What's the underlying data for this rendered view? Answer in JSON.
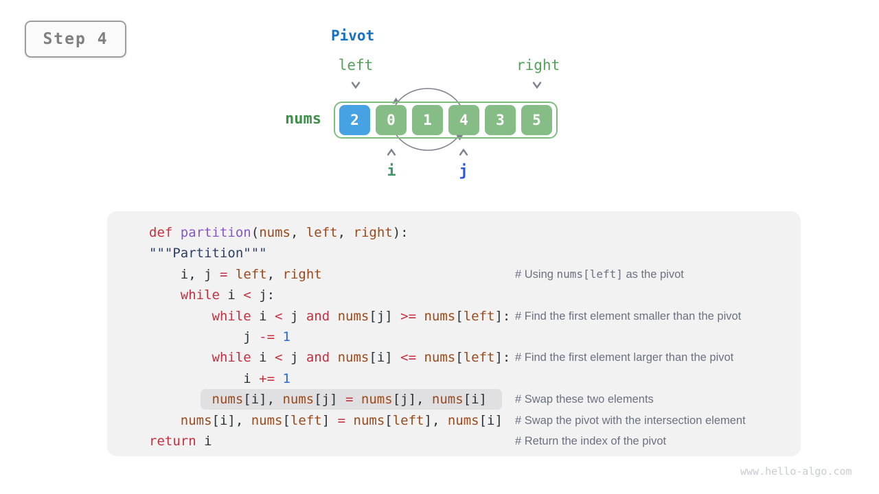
{
  "page": {
    "watermark": "www.hello-algo.com"
  },
  "step_badge": {
    "label": "Step 4"
  },
  "diagram": {
    "pivot_label": "Pivot",
    "left_label": "left",
    "right_label": "right",
    "nums_label": "nums",
    "i_label": "i",
    "j_label": "j",
    "array_values": [
      "2",
      "0",
      "1",
      "4",
      "3",
      "5"
    ],
    "pivot_index": 0
  },
  "colors": {
    "pivot_label": "#1771c2",
    "green_label": "#55a05a",
    "nums_label": "#3e9049",
    "i_label": "#3d9a68",
    "j_label": "#2e59d9",
    "arrow": "#7b828e",
    "cell_blue": "#47a2e4",
    "cell_green": "#86bd86",
    "array_border": "#7fbd7f",
    "code_bg": "#f2f2f3",
    "highlight_bg": "#e0e0e3",
    "badge_border": "#9e9e9e",
    "badge_text": "#7f7f7f",
    "watermark": "#c8ccd3",
    "kw": "#c5303f",
    "fn": "#8757c2",
    "var": "#9c4a1b",
    "op": "#c5303f",
    "num": "#2566d8",
    "str": "#2b3f63",
    "plain": "#2b3138",
    "comment": "#6a7280"
  },
  "code": {
    "lines": [
      {
        "indent": 0,
        "highlight": false,
        "comment": null,
        "tokens": [
          [
            "kw",
            "def"
          ],
          [
            "plain",
            " "
          ],
          [
            "fn",
            "partition"
          ],
          [
            "plain",
            "("
          ],
          [
            "var",
            "nums"
          ],
          [
            "plain",
            ", "
          ],
          [
            "var",
            "left"
          ],
          [
            "plain",
            ", "
          ],
          [
            "var",
            "right"
          ],
          [
            "plain",
            "):"
          ]
        ]
      },
      {
        "indent": 0,
        "highlight": false,
        "comment": null,
        "tokens": [
          [
            "str",
            "\"\"\"Partition\"\"\""
          ]
        ]
      },
      {
        "indent": 4,
        "highlight": false,
        "comment": [
          {
            "t": "# Using "
          },
          {
            "t": "nums[left]",
            "mono": true
          },
          {
            "t": " as the pivot"
          }
        ],
        "tokens": [
          [
            "plain",
            "i, j "
          ],
          [
            "op",
            "="
          ],
          [
            "plain",
            " "
          ],
          [
            "var",
            "left"
          ],
          [
            "plain",
            ", "
          ],
          [
            "var",
            "right"
          ]
        ]
      },
      {
        "indent": 4,
        "highlight": false,
        "comment": null,
        "tokens": [
          [
            "kw",
            "while"
          ],
          [
            "plain",
            " i "
          ],
          [
            "op",
            "<"
          ],
          [
            "plain",
            " j:"
          ]
        ]
      },
      {
        "indent": 8,
        "highlight": false,
        "comment": [
          {
            "t": "# Find the first element smaller than the pivot"
          }
        ],
        "tokens": [
          [
            "kw",
            "while"
          ],
          [
            "plain",
            " i "
          ],
          [
            "op",
            "<"
          ],
          [
            "plain",
            " j "
          ],
          [
            "kw",
            "and"
          ],
          [
            "plain",
            " "
          ],
          [
            "var",
            "nums"
          ],
          [
            "plain",
            "[j] "
          ],
          [
            "op",
            ">="
          ],
          [
            "plain",
            " "
          ],
          [
            "var",
            "nums"
          ],
          [
            "plain",
            "["
          ],
          [
            "var",
            "left"
          ],
          [
            "plain",
            "]:"
          ]
        ]
      },
      {
        "indent": 12,
        "highlight": false,
        "comment": null,
        "tokens": [
          [
            "plain",
            "j "
          ],
          [
            "op",
            "-="
          ],
          [
            "plain",
            " "
          ],
          [
            "num",
            "1"
          ]
        ]
      },
      {
        "indent": 8,
        "highlight": false,
        "comment": [
          {
            "t": "# Find the first element larger than the pivot"
          }
        ],
        "tokens": [
          [
            "kw",
            "while"
          ],
          [
            "plain",
            " i "
          ],
          [
            "op",
            "<"
          ],
          [
            "plain",
            " j "
          ],
          [
            "kw",
            "and"
          ],
          [
            "plain",
            " "
          ],
          [
            "var",
            "nums"
          ],
          [
            "plain",
            "[i] "
          ],
          [
            "op",
            "<="
          ],
          [
            "plain",
            " "
          ],
          [
            "var",
            "nums"
          ],
          [
            "plain",
            "["
          ],
          [
            "var",
            "left"
          ],
          [
            "plain",
            "]:"
          ]
        ]
      },
      {
        "indent": 12,
        "highlight": false,
        "comment": null,
        "tokens": [
          [
            "plain",
            "i "
          ],
          [
            "op",
            "+="
          ],
          [
            "plain",
            " "
          ],
          [
            "num",
            "1"
          ]
        ]
      },
      {
        "indent": 8,
        "highlight": true,
        "comment": [
          {
            "t": "# Swap these two elements"
          }
        ],
        "tokens": [
          [
            "var",
            "nums"
          ],
          [
            "plain",
            "[i], "
          ],
          [
            "var",
            "nums"
          ],
          [
            "plain",
            "[j] "
          ],
          [
            "op",
            "="
          ],
          [
            "plain",
            " "
          ],
          [
            "var",
            "nums"
          ],
          [
            "plain",
            "[j], "
          ],
          [
            "var",
            "nums"
          ],
          [
            "plain",
            "[i]"
          ]
        ]
      },
      {
        "indent": 4,
        "highlight": false,
        "comment": [
          {
            "t": "# Swap the pivot with the intersection element"
          }
        ],
        "tokens": [
          [
            "var",
            "nums"
          ],
          [
            "plain",
            "[i], "
          ],
          [
            "var",
            "nums"
          ],
          [
            "plain",
            "["
          ],
          [
            "var",
            "left"
          ],
          [
            "plain",
            "] "
          ],
          [
            "op",
            "="
          ],
          [
            "plain",
            " "
          ],
          [
            "var",
            "nums"
          ],
          [
            "plain",
            "["
          ],
          [
            "var",
            "left"
          ],
          [
            "plain",
            "], "
          ],
          [
            "var",
            "nums"
          ],
          [
            "plain",
            "[i]"
          ]
        ]
      },
      {
        "indent": 0,
        "highlight": false,
        "comment": [
          {
            "t": "# Return the index of the pivot"
          }
        ],
        "tokens": [
          [
            "kw",
            "return"
          ],
          [
            "plain",
            " i"
          ]
        ]
      }
    ]
  }
}
